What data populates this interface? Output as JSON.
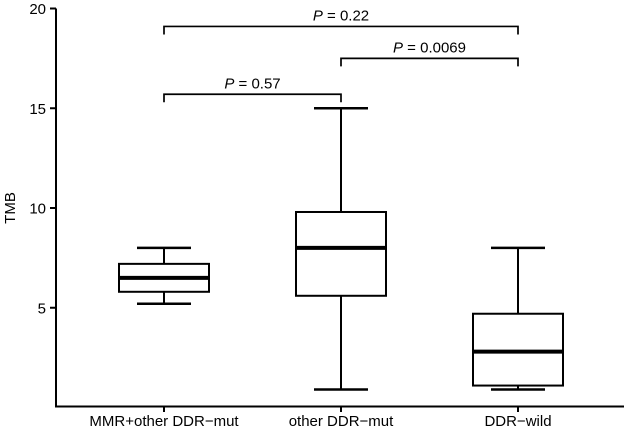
{
  "figure": {
    "background": "#ffffff",
    "ink_color": "#000000",
    "description": "Box plot of TMB by DDR mutation group with pairwise P values"
  },
  "chart_data": {
    "type": "boxplot",
    "title": "",
    "xlabel": "",
    "ylabel": "TMB",
    "ylim": [
      0,
      20
    ],
    "yticks": [
      5,
      10,
      15,
      20
    ],
    "grid": false,
    "legend": false,
    "categories": [
      "MMR+other DDR−mut",
      "other DDR−mut",
      "DDR−wild"
    ],
    "series": [
      {
        "category": "MMR+other DDR−mut",
        "whisker_low": 5.2,
        "q1": 5.8,
        "median": 6.5,
        "q3": 7.2,
        "whisker_high": 8.0
      },
      {
        "category": "other DDR−mut",
        "whisker_low": 0.9,
        "q1": 5.6,
        "median": 8.0,
        "q3": 9.8,
        "whisker_high": 15.0
      },
      {
        "category": "DDR−wild",
        "whisker_low": 0.9,
        "q1": 1.1,
        "median": 2.8,
        "q3": 4.7,
        "whisker_high": 8.0
      }
    ],
    "comparisons": [
      {
        "label": "P = 0.22",
        "from": 0,
        "to": 2,
        "y": 19.1
      },
      {
        "label": "P = 0.0069",
        "from": 1,
        "to": 2,
        "y": 17.5
      },
      {
        "label": "P = 0.57",
        "from": 0,
        "to": 1,
        "y": 15.7
      }
    ]
  }
}
